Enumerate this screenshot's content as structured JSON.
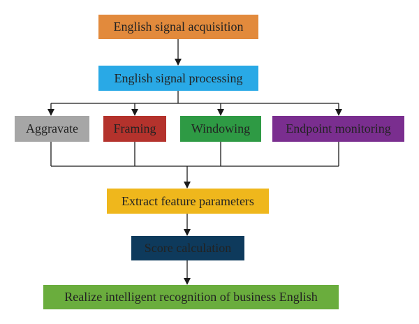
{
  "flowchart": {
    "nodes": {
      "acquisition": {
        "label": "English signal acquisition",
        "color": "#e28a3c"
      },
      "processing": {
        "label": "English signal processing",
        "color": "#29a9e6"
      },
      "aggravate": {
        "label": "Aggravate",
        "color": "#a6a6a6"
      },
      "framing": {
        "label": "Framing",
        "color": "#b4322c"
      },
      "windowing": {
        "label": "Windowing",
        "color": "#2e9a44"
      },
      "endpoint": {
        "label": "Endpoint monitoring",
        "color": "#7a2e8f"
      },
      "extract": {
        "label": "Extract feature parameters",
        "color": "#efb71c"
      },
      "score": {
        "label": "Score calculation",
        "color": "#0e3a5c"
      },
      "realize": {
        "label": "Realize intelligent recognition of business English",
        "color": "#6aad3d"
      }
    },
    "edges": [
      {
        "from": "acquisition",
        "to": "processing"
      },
      {
        "from": "processing",
        "to": "aggravate"
      },
      {
        "from": "processing",
        "to": "framing"
      },
      {
        "from": "processing",
        "to": "windowing"
      },
      {
        "from": "processing",
        "to": "endpoint"
      },
      {
        "from": "aggravate",
        "to": "extract"
      },
      {
        "from": "framing",
        "to": "extract"
      },
      {
        "from": "windowing",
        "to": "extract"
      },
      {
        "from": "endpoint",
        "to": "extract"
      },
      {
        "from": "extract",
        "to": "score"
      },
      {
        "from": "score",
        "to": "realize"
      }
    ]
  }
}
